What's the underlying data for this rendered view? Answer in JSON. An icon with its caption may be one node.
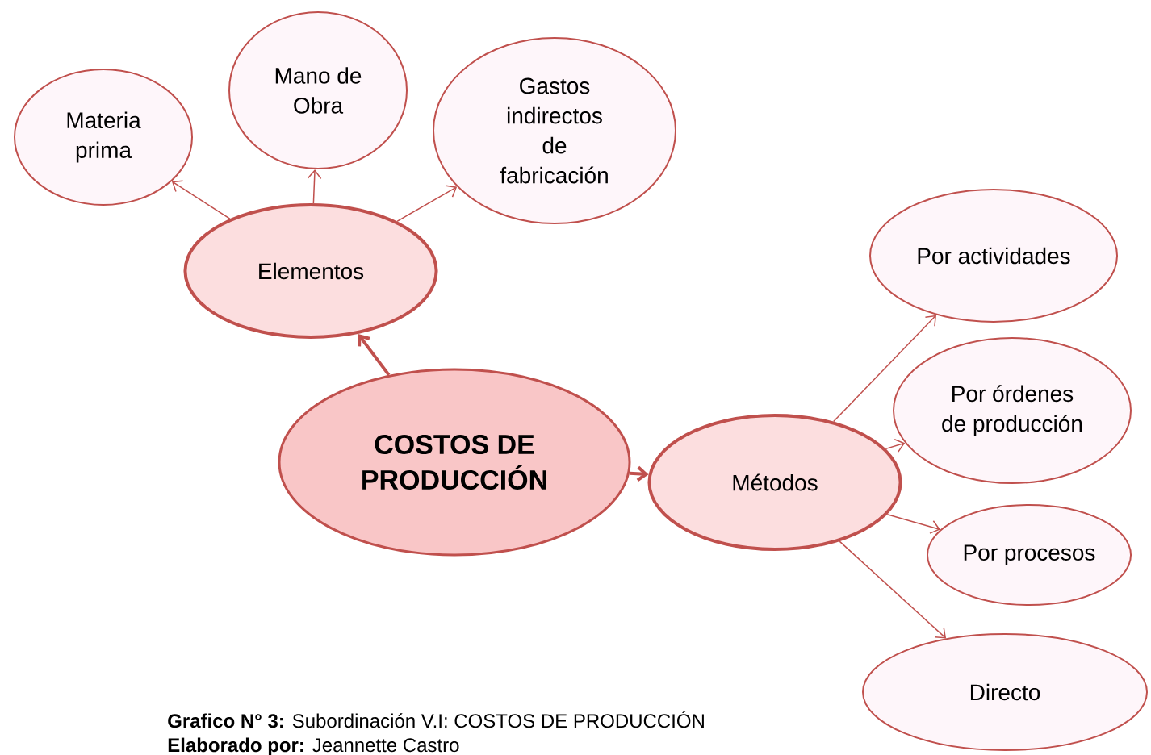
{
  "diagram": {
    "caption": "**Grafico N° 3:** Subordinación V.I: COSTOS DE PRODUCCIÓN",
    "nodes": [
      {
        "text": [
          "COSTOS DE PRODUCCIÓN"
        ]
      },
      {
        "text": [
          "Elementos"
        ]
      },
      {
        "text": [
          "Materia prima"
        ]
      },
      {
        "text": [
          "Mano de Obra"
        ]
      },
      {
        "text": [
          "Gastos indirectos de fabricación"
        ]
      },
      {
        "text": [
          "Métodos"
        ]
      },
      {
        "text": [
          "Por actividades"
        ]
      },
      {
        "text": [
          "Por órdenes de producción"
        ]
      },
      {
        "text": [
          "Por procesos"
        ]
      },
      {
        "text": [
          "Directo"
        ]
      }
    ],
    "edges": [
      {
        "from": 0,
        "to": 1,
        "arrow": "to",
        "style": "thick"
      },
      {
        "from": 1,
        "to": 2,
        "arrow": "to"
      },
      {
        "from": 1,
        "to": 3,
        "arrow": "to"
      },
      {
        "from": 1,
        "to": 4,
        "arrow": "to"
      },
      {
        "from": 0,
        "to": 5,
        "arrow": "to",
        "style": "thick"
      },
      {
        "from": 5,
        "to": 6,
        "arrow": "to"
      },
      {
        "from": 5,
        "to": 7,
        "arrow": "to"
      },
      {
        "from": 5,
        "to": 8,
        "arrow": "to"
      },
      {
        "from": 5,
        "to": 9,
        "arrow": "to"
      }
    ],
    "labels": [
      "**Elaborado por:** Jeannette Castro"
    ]
  }
}
